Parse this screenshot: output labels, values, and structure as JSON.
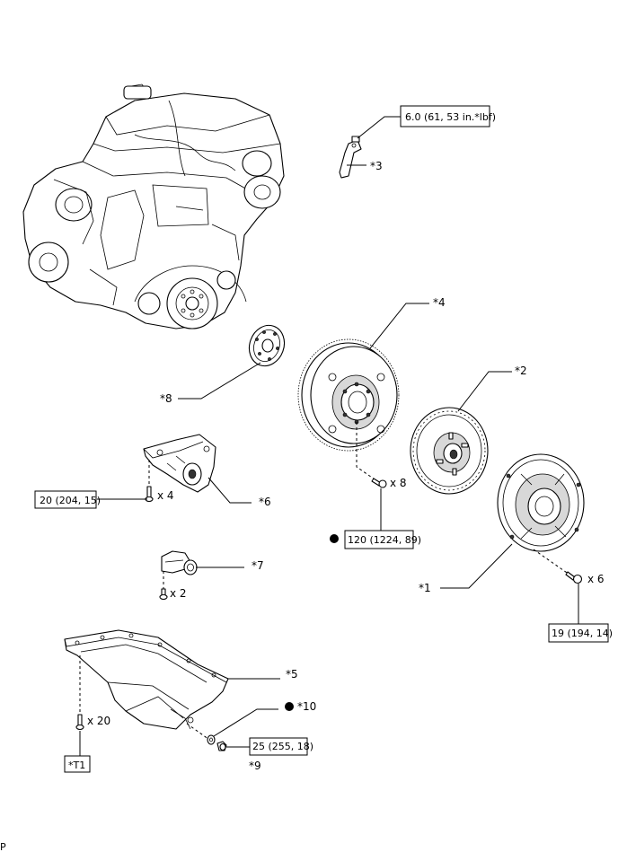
{
  "callouts": {
    "c1": "*1",
    "c2": "*2",
    "c3": "*3",
    "c4": "*4",
    "c5": "*5",
    "c6": "*6",
    "c7": "*7",
    "c8": "*8",
    "c9": "*9",
    "c10": "*10"
  },
  "torques": {
    "sensor": "6.0 (61, 53 in.*lbf)",
    "mount": "20 (204, 15)",
    "flywheel": "120 (1224, 89)",
    "cover": "19 (194, 14)",
    "drain": "25 (255, 18)",
    "pan": "*T1"
  },
  "quantities": {
    "mount_bolts": "x 4",
    "housing_bolts": "x 2",
    "flywheel_bolts": "x 8",
    "cover_bolts": "x 6",
    "pan_bolts": "x 20"
  },
  "corner_mark": "P",
  "legend_icons": {
    "non_reusable": "filled-circle-icon"
  }
}
